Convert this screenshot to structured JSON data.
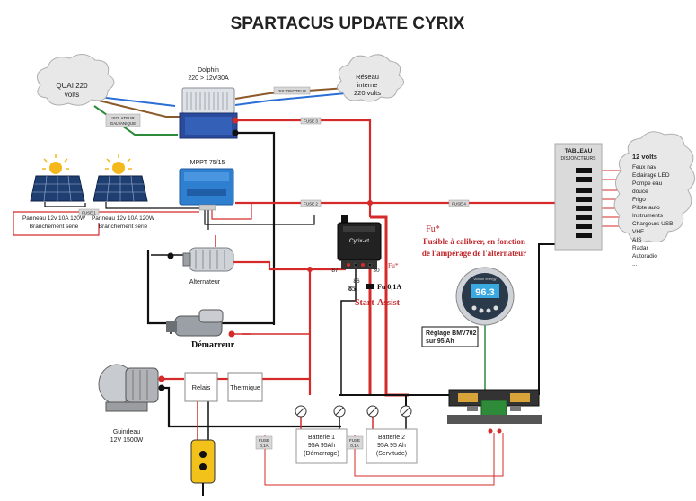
{
  "title": "SPARTACUS UPDATE CYRIX",
  "labels": {
    "dolphin_line1": "Dolphin",
    "dolphin_line2": "220 > 12v/30A",
    "quai_line1": "QUAI 220",
    "quai_line2": "volts",
    "reseau_line1": "Réseau",
    "reseau_line2": "interne",
    "reseau_line3": "220 volts",
    "disjoncteur": "DISJONCTEUR",
    "isolateur_line1": "ISOLATEUR",
    "isolateur_line2": "GALVANIQUE",
    "mppt": "MPPT 75/15",
    "fuse1": "FUSE 1",
    "fuse2": "FUSE 2",
    "fuse3": "FUSE 3",
    "fuse4": "FUSE 4",
    "panel1_line1": "Panneau 12v 10A 120W",
    "panel1_line2": "Branchement série",
    "panel2_line1": "Panneau 12v 10A 120W",
    "panel2_line2": "Branchement série",
    "cyrix": "Cyrix-ct",
    "pin87": "87",
    "pin30": "30",
    "pin85": "85",
    "pin86": "86",
    "fu_star": "Fu*",
    "fu_01a": "Fu 0,1A",
    "start_assist": "Start-Assist",
    "fusible_title": "Fu*",
    "fusible_line1": "Fusible à calibrer, en fonction",
    "fusible_line2": "de l'ampérage de l'alternateur",
    "alternateur": "Alternateur",
    "demarreur": "Démarreur",
    "tableau_title": "TABLEAU",
    "tableau_sub": "DISJONCTEURS",
    "circuits_title": "12 volts",
    "circuits": [
      "Feux nav",
      "Eclairage LED",
      "Pompe eau",
      "douce",
      "Frigo",
      "Pilote auto",
      "Instruments",
      "Chargeurs USB",
      "VHF",
      "AIS",
      "Radar",
      "Autoradio",
      "..."
    ],
    "bmv_value": "96.3",
    "bmv_brand": "victron energy",
    "bmv_line1": "Réglage BMV702",
    "bmv_line2": "sur 95 Ah",
    "guindeau_line1": "Guindeau",
    "guindeau_line2": "12V 1500W",
    "relais": "Relais",
    "thermique": "Thermique",
    "batt1_line1": "Batterie 1",
    "batt1_line2": "95A 95Ah",
    "batt1_line3": "(Démarrage)",
    "batt2_line1": "Batterie 2",
    "batt2_line2": "95A 95 Ah",
    "batt2_line3": "(Servitude)",
    "fuse_01a_a1": "FUSE",
    "fuse_01a_a2": "0,1A",
    "fuse_01a_b1": "FUSE",
    "fuse_01a_b2": "0,1A"
  },
  "colors": {
    "positive": "#d42a2a",
    "negative": "#111111",
    "ac_blue": "#2b6fd6",
    "ac_brown": "#8b5a2b",
    "ac_green": "#2e8b3a",
    "ac_grey": "#7f7f7f",
    "label_red": "#c0262b",
    "mppt_blue": "#2f7fd1"
  }
}
